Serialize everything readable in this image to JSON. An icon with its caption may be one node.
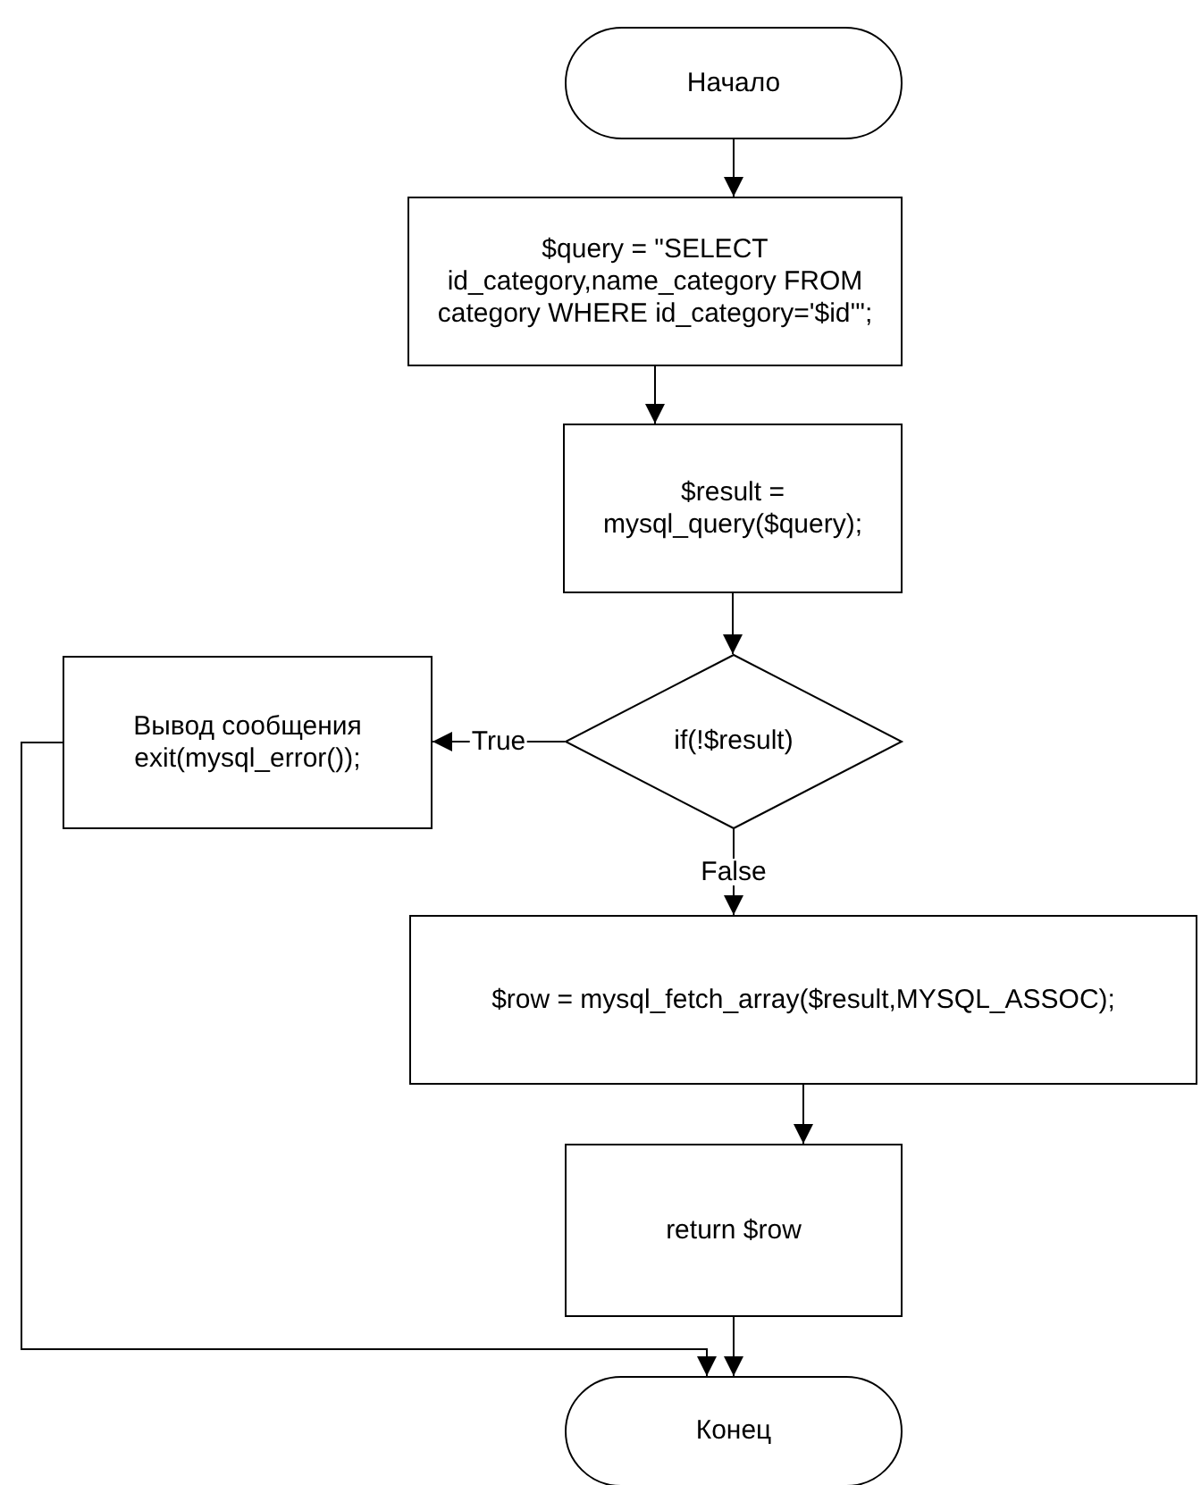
{
  "diagram": {
    "nodes": [
      {
        "text": [
          "Начало"
        ]
      },
      {
        "text": [
          "$query = \"SELECT id_category,name_category FROM category WHERE id_category='$id'\";"
        ]
      },
      {
        "text": [
          "$result = mysql_query($query);"
        ]
      },
      {
        "text": [
          "if(!$result)"
        ]
      },
      {
        "text": [
          "Вывод сообщения exit(mysql_error());"
        ]
      },
      {
        "text": [
          "$row = mysql_fetch_array($result,MYSQL_ASSOC);"
        ]
      },
      {
        "text": [
          "return $row"
        ]
      },
      {
        "text": [
          "Конец"
        ]
      }
    ],
    "edges": [
      {
        "from": 0,
        "to": 1,
        "arrow": "to"
      },
      {
        "from": 1,
        "to": 2,
        "arrow": "to"
      },
      {
        "from": 2,
        "to": 3,
        "arrow": "to"
      },
      {
        "from": 3,
        "to": 4,
        "arrow": "to",
        "label": "True"
      },
      {
        "from": 3,
        "to": 5,
        "arrow": "to",
        "label": "False"
      },
      {
        "from": 5,
        "to": 6,
        "arrow": "to"
      },
      {
        "from": 6,
        "to": 7,
        "arrow": "to"
      },
      {
        "from": 4,
        "to": 7,
        "arrow": "to"
      }
    ]
  }
}
